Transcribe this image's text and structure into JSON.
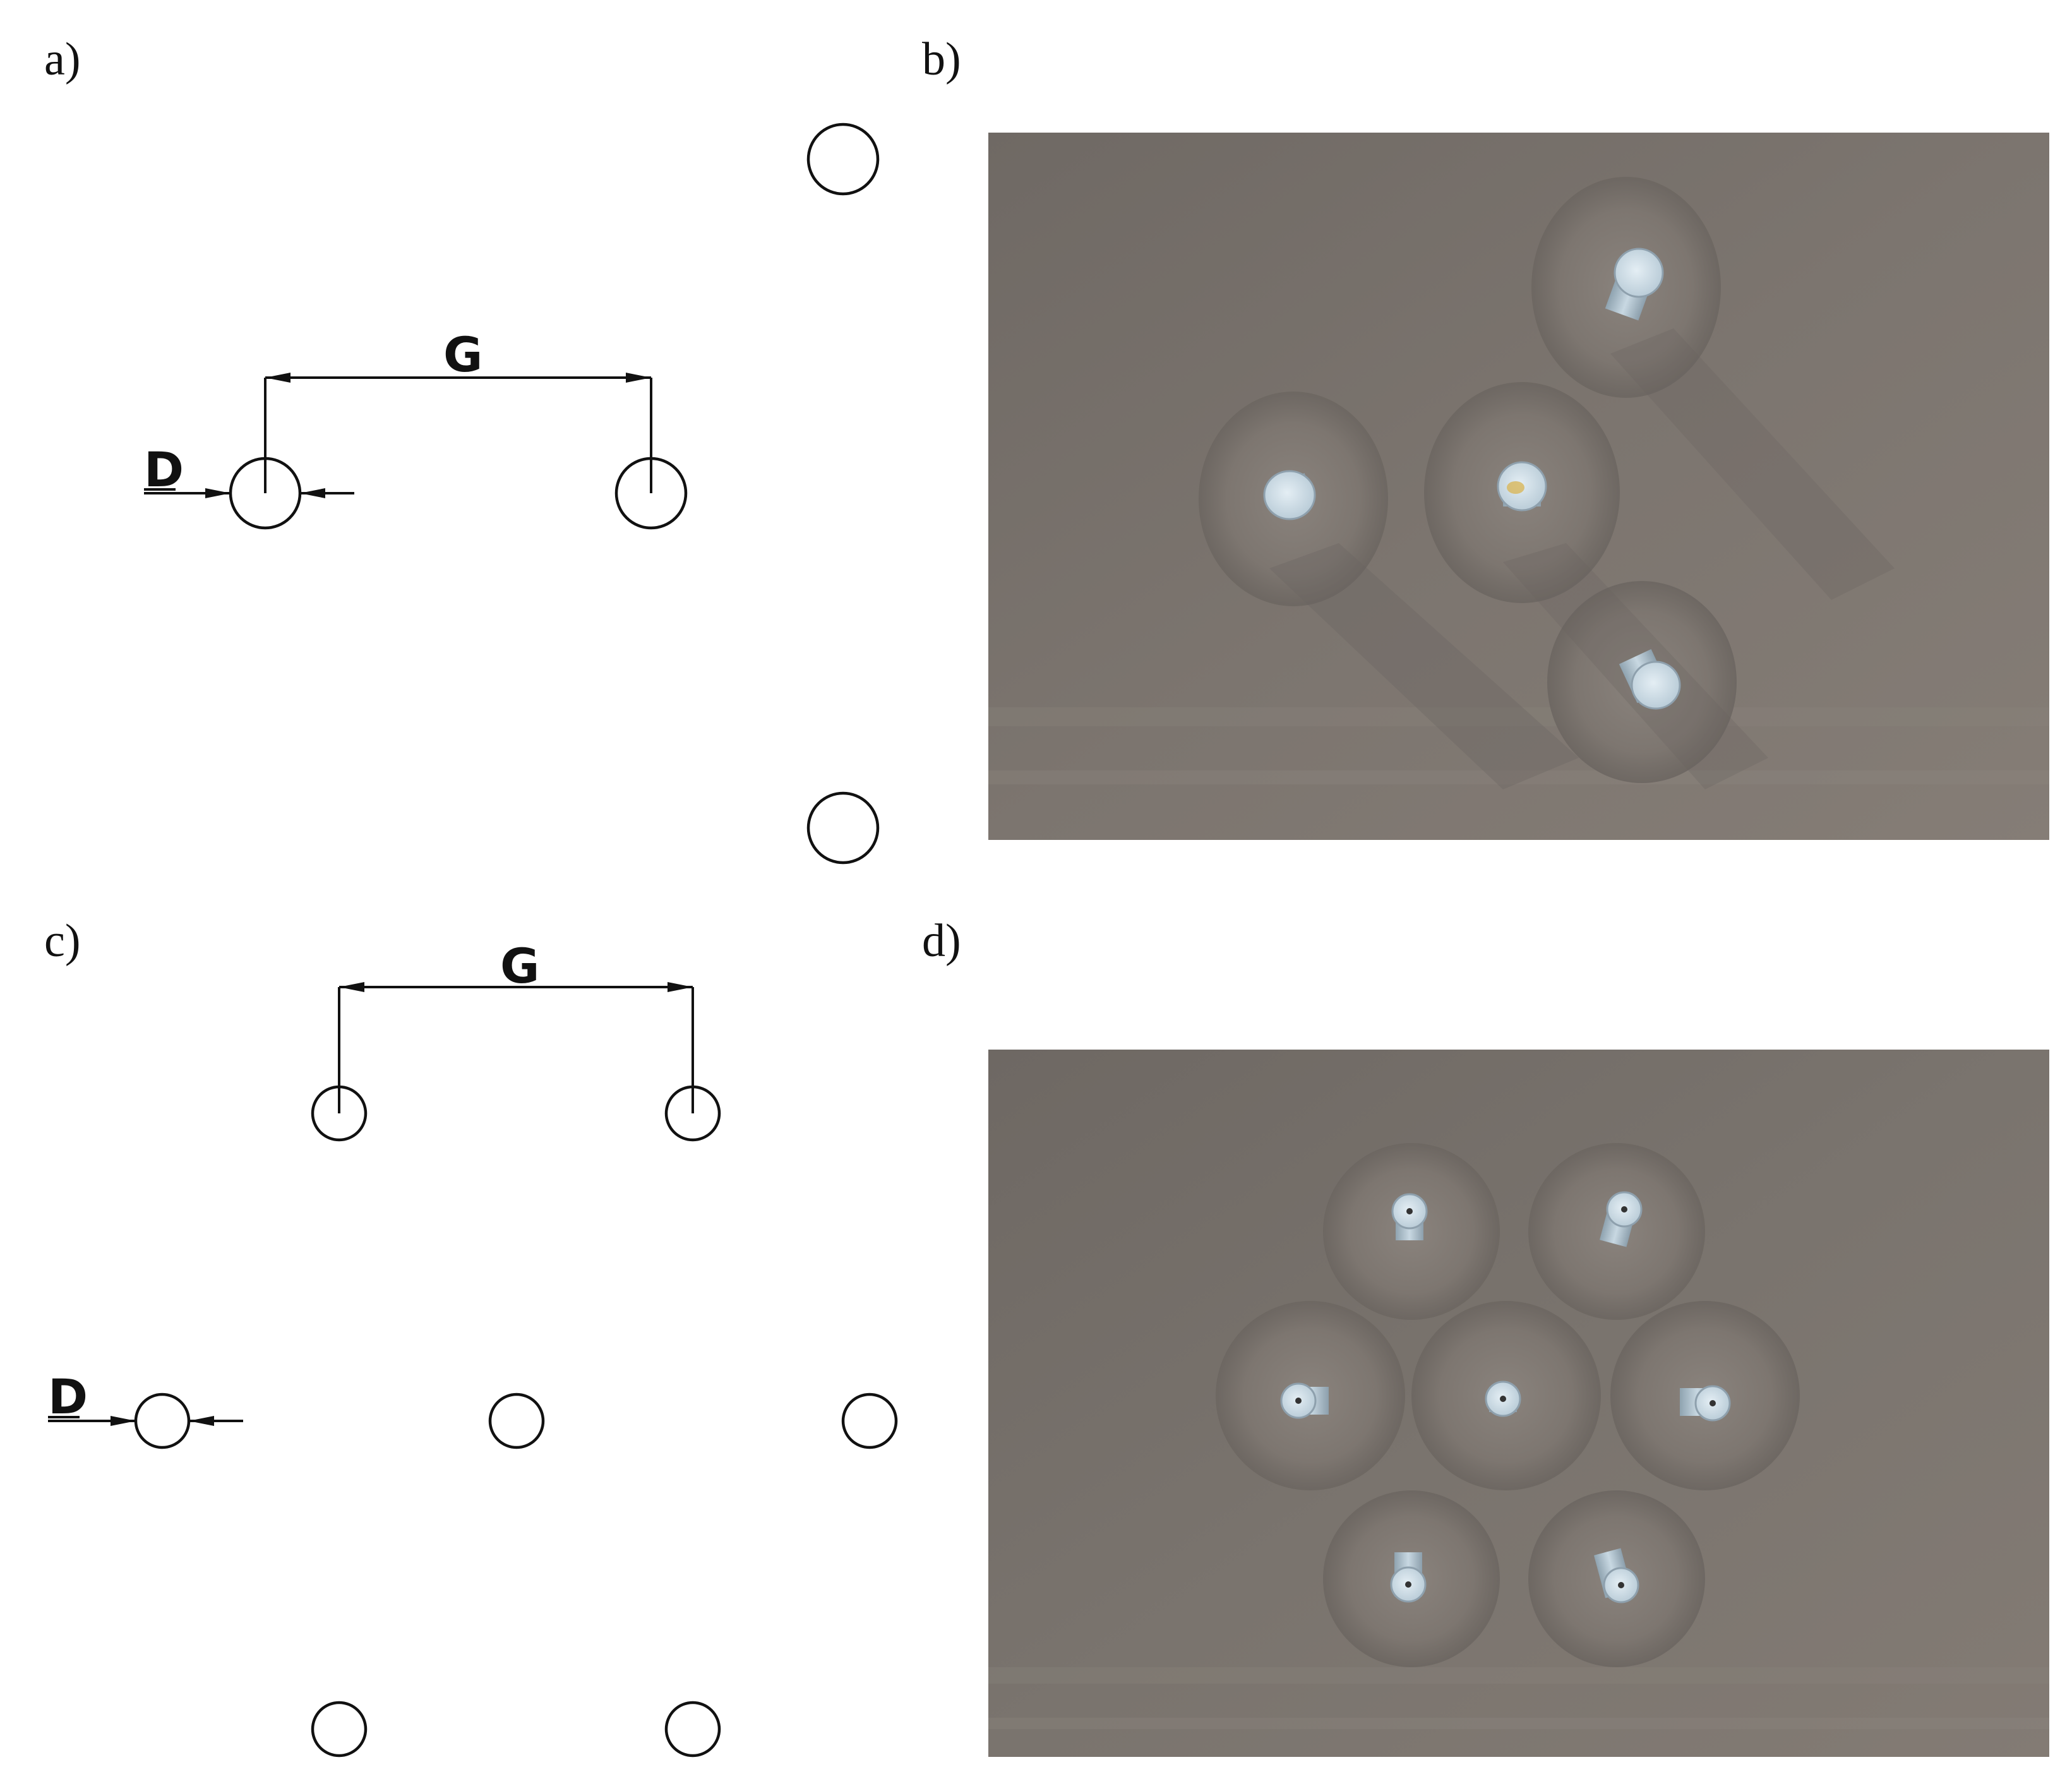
{
  "panels": {
    "a": {
      "label": "a)",
      "gap_label": "G",
      "diameter_label": "D"
    },
    "b": {
      "label": "b)"
    },
    "c": {
      "label": "c)",
      "gap_label": "G",
      "diameter_label": "D"
    },
    "d": {
      "label": "d)"
    }
  },
  "colors": {
    "line": "#111111",
    "sand_dark": "#76706b",
    "sand_light": "#8d867f",
    "pile_top": "#cfe0ea",
    "pile_side": "#9fb2bf"
  }
}
